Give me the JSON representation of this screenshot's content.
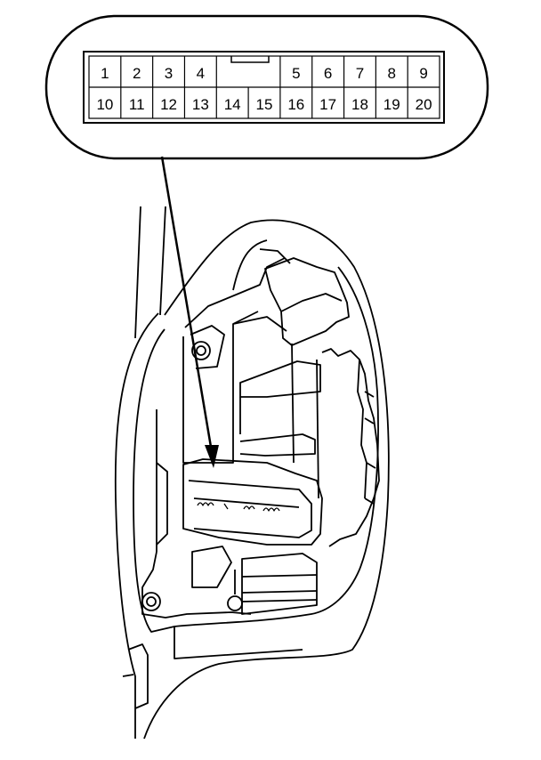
{
  "connector": {
    "top_row": [
      "1",
      "2",
      "3",
      "4",
      "",
      "5",
      "6",
      "7",
      "8",
      "9"
    ],
    "bottom_row": [
      "10",
      "11",
      "12",
      "13",
      "14",
      "15",
      "16",
      "17",
      "18",
      "19",
      "20"
    ]
  },
  "colors": {
    "line": "#000000",
    "background": "#ffffff"
  }
}
